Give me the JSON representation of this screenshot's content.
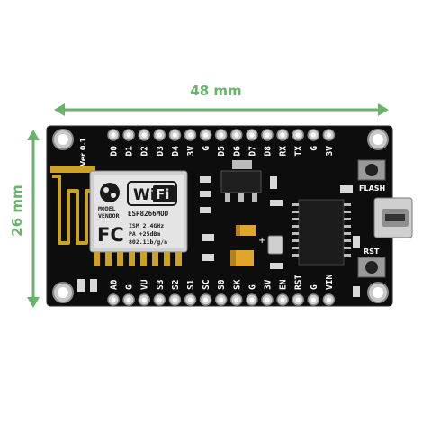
{
  "dimensions": {
    "width_label": "48 mm",
    "height_label": "26 mm",
    "arrow_color": "#6ab36a"
  },
  "board": {
    "pcb_color": "#0d0d0d",
    "ver_label": "Ver 0.1",
    "top_pins": [
      "D0",
      "D1",
      "D2",
      "D3",
      "D4",
      "3V",
      "G",
      "D5",
      "D6",
      "D7",
      "D8",
      "RX",
      "TX",
      "G",
      "3V"
    ],
    "bottom_pins": [
      "A0",
      "G",
      "VU",
      "S3",
      "S2",
      "S1",
      "SC",
      "S0",
      "SK",
      "G",
      "3V",
      "EN",
      "RST",
      "G",
      "VIN"
    ],
    "flash_label": "FLASH",
    "rst_label": "RST",
    "module": {
      "wifi_text": "Wi",
      "wifi_text2": "Fi",
      "model_label": "MODEL",
      "vendor_label": "VENDOR",
      "name": "ESP8266MOD",
      "line1": "ISM 2.4GHz",
      "line2": "PA +25dBm",
      "line3": "802.11b/g/n",
      "fc": "FC"
    }
  }
}
